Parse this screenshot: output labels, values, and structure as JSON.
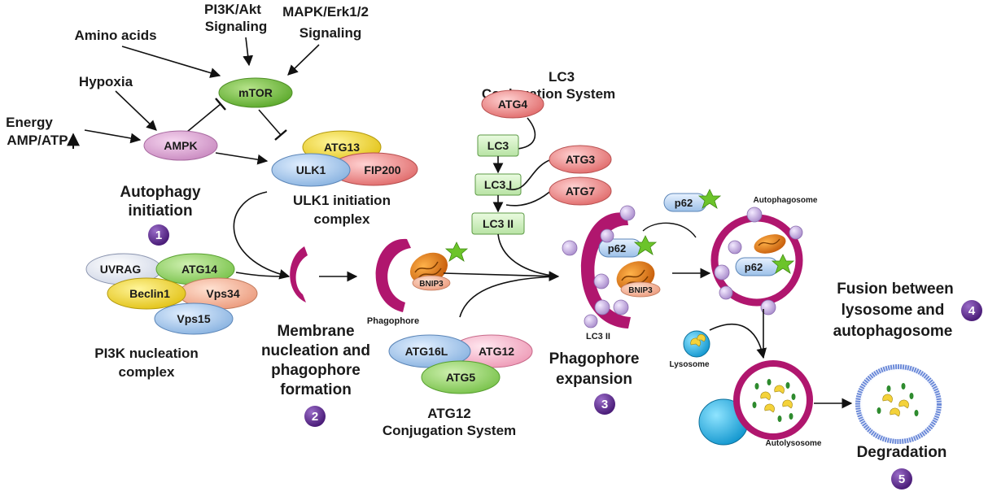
{
  "signals": {
    "amino_acids": "Amino acids",
    "pi3k_akt": [
      "PI3K/Akt",
      "Signaling"
    ],
    "mapk": [
      "MAPK/Erk1/2",
      "Signaling"
    ],
    "hypoxia": "Hypoxia",
    "energy": [
      "Energy",
      "AMP/ATP"
    ]
  },
  "proteins": {
    "mtor": "mTOR",
    "ampk": "AMPK",
    "atg13": "ATG13",
    "ulk1": "ULK1",
    "fip200": "FIP200",
    "uvrag": "UVRAG",
    "atg14": "ATG14",
    "beclin1": "Beclin1",
    "vps34": "Vps34",
    "vps15": "Vps15",
    "atg4": "ATG4",
    "lc3": "LC3",
    "lc3i": "LC3 I",
    "lc3ii": "LC3 II",
    "atg3": "ATG3",
    "atg7": "ATG7",
    "atg16l": "ATG16L",
    "atg12": "ATG12",
    "atg5": "ATG5",
    "p62": "p62",
    "bnip3": "BNIP3"
  },
  "complex_labels": {
    "ulk1_complex": [
      "ULK1 initiation",
      "complex"
    ],
    "pi3k_complex": [
      "PI3K nucleation",
      "complex"
    ],
    "lc3_system": [
      "LC3",
      "Conjugation System"
    ],
    "atg12_system": [
      "ATG12",
      "Conjugation System"
    ]
  },
  "structures": {
    "phagophore": "Phagophore",
    "lc3ii_small": "LC3 II",
    "autophagosome": "Autophagosome",
    "lysosome": "Lysosome",
    "autolysosome": "Autolysosome"
  },
  "steps": [
    {
      "number": "1",
      "label": [
        "Autophagy",
        "initiation"
      ]
    },
    {
      "number": "2",
      "label": [
        "Membrane",
        "nucleation and",
        "phagophore",
        "formation"
      ]
    },
    {
      "number": "3",
      "label": [
        "Phagophore",
        "expansion"
      ]
    },
    {
      "number": "4",
      "label": [
        "Fusion between",
        "lysosome and",
        "autophagosome"
      ]
    },
    {
      "number": "5",
      "label": [
        "Degradation"
      ]
    }
  ],
  "colors": {
    "step_badge": "#5b2a86",
    "membrane": "#b0166e",
    "lc3_box": "#cfeec2",
    "star": "#6cc42a"
  }
}
